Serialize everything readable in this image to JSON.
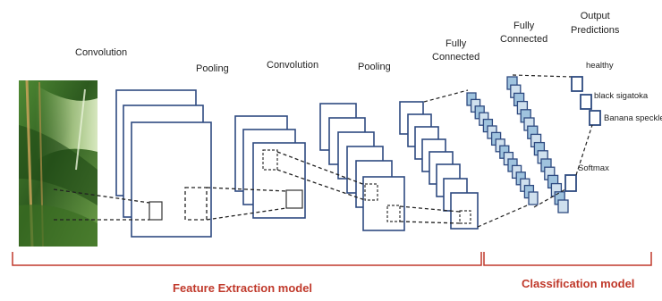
{
  "labels": {
    "convolution_1": "Convolution",
    "pooling_1": "Pooling",
    "convolution_2": "Convolution",
    "pooling_2": "Pooling",
    "fully_connected_1": "Fully\nConnected",
    "fully_connected_2": "Fully\nConnected",
    "output_predictions": "Output\nPredictions",
    "class_healthy": "healthy",
    "class_black_sigatoka": "black sigatoka",
    "class_banana_speckle": "Banana speckle",
    "softmax": "Softmax",
    "feature_extraction": "Feature Extraction model",
    "classification": "Classification model"
  },
  "colors": {
    "block_border": "#2e4a80",
    "fc_unit_fill": "#9fc3de",
    "bracket": "#c0392b",
    "section_text": "#c0392b",
    "leaf_dark": "#2d5a1f",
    "leaf_light": "#8fbf5a"
  },
  "input_image": "banana-leaf-photo"
}
